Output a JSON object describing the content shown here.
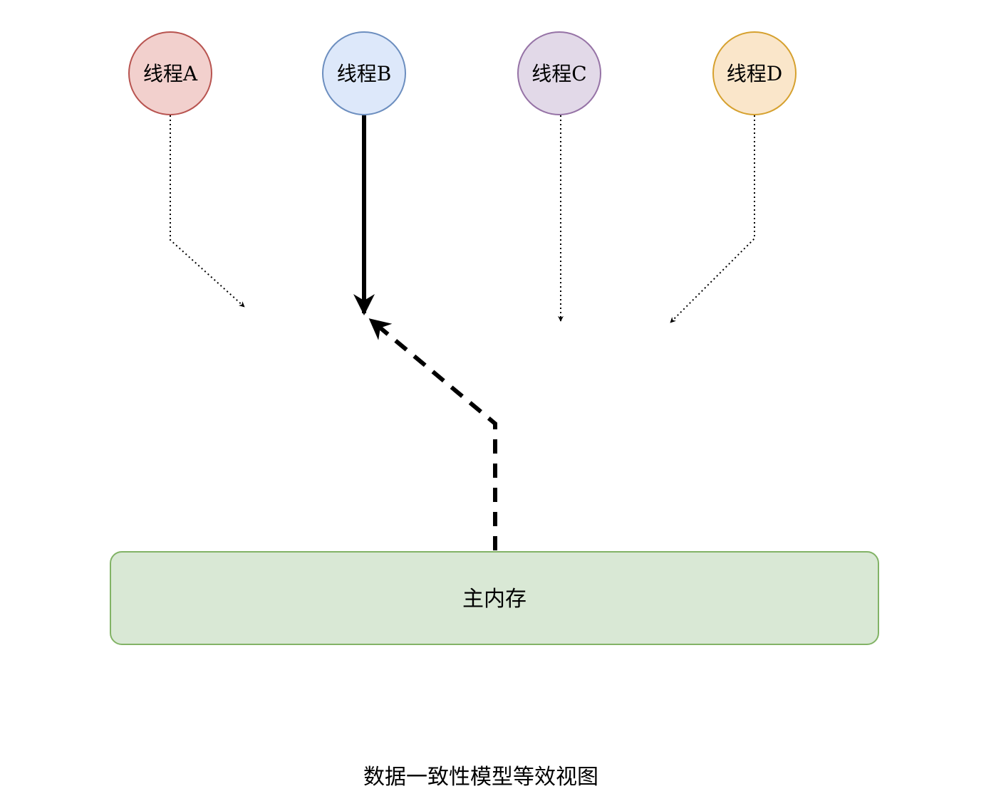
{
  "threads": [
    {
      "label": "线程A",
      "fill": "#f2d0cd",
      "stroke": "#b85450",
      "connector": "dotted"
    },
    {
      "label": "线程B",
      "fill": "#dde8fa",
      "stroke": "#6c8ebf",
      "connector": "solid-bold"
    },
    {
      "label": "线程C",
      "fill": "#e2d9e8",
      "stroke": "#9673a6",
      "connector": "dotted"
    },
    {
      "label": "线程D",
      "fill": "#fae6ca",
      "stroke": "#d6a12f",
      "connector": "dotted"
    }
  ],
  "memory": {
    "label": "主内存",
    "fill": "#d9e8d5",
    "stroke": "#82b366",
    "connector": "dashed-bold"
  },
  "caption": "数据一致性模型等效视图"
}
